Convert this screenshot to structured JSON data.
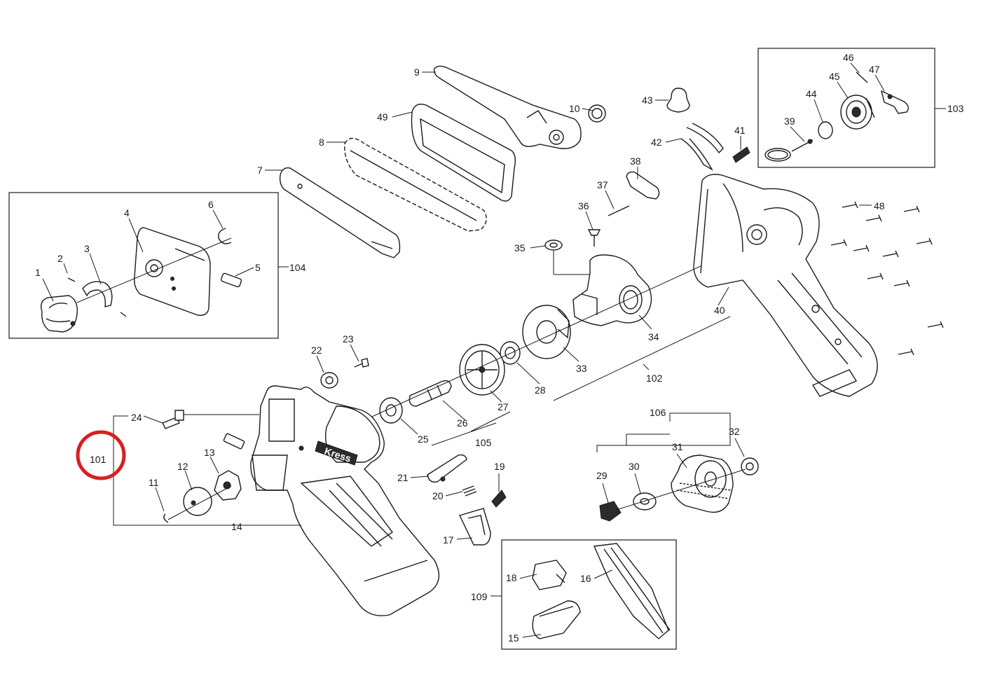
{
  "highlight": {
    "target": "101",
    "color": "#d62020"
  },
  "brand_mark": "Kress",
  "labels": {
    "l1": "1",
    "l2": "2",
    "l3": "3",
    "l4": "4",
    "l5": "5",
    "l6": "6",
    "l7": "7",
    "l8": "8",
    "l9": "9",
    "l10": "10",
    "l11": "11",
    "l12": "12",
    "l13": "13",
    "l14": "14",
    "l15": "15",
    "l16": "16",
    "l17": "17",
    "l18": "18",
    "l19": "19",
    "l20": "20",
    "l21": "21",
    "l22": "22",
    "l23": "23",
    "l24": "24",
    "l25": "25",
    "l26": "26",
    "l27": "27",
    "l28": "28",
    "l29": "29",
    "l30": "30",
    "l31": "31",
    "l32": "32",
    "l33": "33",
    "l34": "34",
    "l35": "35",
    "l36": "36",
    "l37": "37",
    "l38": "38",
    "l39": "39",
    "l40": "40",
    "l41": "41",
    "l42": "42",
    "l43": "43",
    "l44": "44",
    "l45": "45",
    "l46": "46",
    "l47": "47",
    "l48": "48",
    "l49": "49",
    "l101": "101",
    "l102": "102",
    "l103": "103",
    "l104": "104",
    "l105": "105",
    "l106": "106",
    "l109": "109"
  }
}
